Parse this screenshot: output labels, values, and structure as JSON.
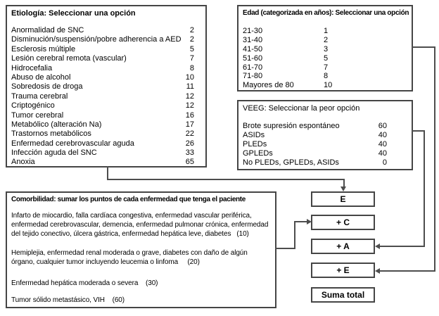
{
  "etiologia": {
    "title": "Etiología: Seleccionar una opción",
    "items": [
      {
        "label": "Anormalidad de SNC",
        "score": "2"
      },
      {
        "label": "Disminución/suspensión/pobre adherencia a AED",
        "score": "2"
      },
      {
        "label": "Esclerosis múltiple",
        "score": "5"
      },
      {
        "label": "Lesión cerebral remota (vascular)",
        "score": "7"
      },
      {
        "label": "Hidrocefalia",
        "score": "8"
      },
      {
        "label": "Abuso de alcohol",
        "score": "10"
      },
      {
        "label": "Sobredosis de droga",
        "score": "11"
      },
      {
        "label": "Trauma cerebral",
        "score": "12"
      },
      {
        "label": "Criptogénico",
        "score": "12"
      },
      {
        "label": "Tumor cerebral",
        "score": "16"
      },
      {
        "label": "Metabólico (alteración Na)",
        "score": "17"
      },
      {
        "label": "Trastornos metabólicos",
        "score": "22"
      },
      {
        "label": "Enfermedad cerebrovascular aguda",
        "score": "26"
      },
      {
        "label": "Infección aguda del SNC",
        "score": "33"
      },
      {
        "label": "Anoxia",
        "score": "65"
      }
    ]
  },
  "edad": {
    "title": "Edad (categorizada en años): Seleccionar una opción",
    "items": [
      {
        "label": "21-30",
        "score": "1"
      },
      {
        "label": "31-40",
        "score": "2"
      },
      {
        "label": "41-50",
        "score": "3"
      },
      {
        "label": "51-60",
        "score": "5"
      },
      {
        "label": "61-70",
        "score": "7"
      },
      {
        "label": "71-80",
        "score": "8"
      },
      {
        "label": "Mayores de 80",
        "score": "10"
      }
    ]
  },
  "veeg": {
    "title": "VEEG: Seleccionar la peor opción",
    "items": [
      {
        "label": "Brote supresión espontáneo",
        "score": "60"
      },
      {
        "label": "ASIDs",
        "score": "40"
      },
      {
        "label": "PLEDs",
        "score": "40"
      },
      {
        "label": "GPLEDs",
        "score": "40"
      },
      {
        "label": "No PLEDs, GPLEDs, ASIDs",
        "score": "0"
      }
    ]
  },
  "comorbilidad": {
    "title": "Comorbilidad: sumar los puntos de cada enfermedad que tenga el paciente",
    "paragraphs": {
      "p1": "Infarto de miocardio, falla cardíaca congestiva, enfermedad vascular periférica,\nenfermedad cerebrovascular, demencia, enfermedad pulmonar crónica, enfermedad\ndel tejido conectivo, úlcera gástrica, enfermedad hepática leve, diabetes   (10)",
      "p2": "Hemiplejia, enfermedad renal moderada o grave, diabetes con daño de algún\nórgano, cualquier tumor incluyendo leucemia o linfoma     (20)",
      "p3": "Enfermedad hepática moderada o severa    (30)",
      "p4": "Tumor sólido metastásico, VIH    (60)"
    }
  },
  "sum_chain": {
    "e": "E",
    "plus_c": "+ C",
    "plus_a": "+ A",
    "plus_e": "+ E",
    "total": "Suma total"
  },
  "colors": {
    "border": "#454545",
    "line": "#4d4d4d",
    "text": "#000000",
    "background": "#ffffff"
  }
}
